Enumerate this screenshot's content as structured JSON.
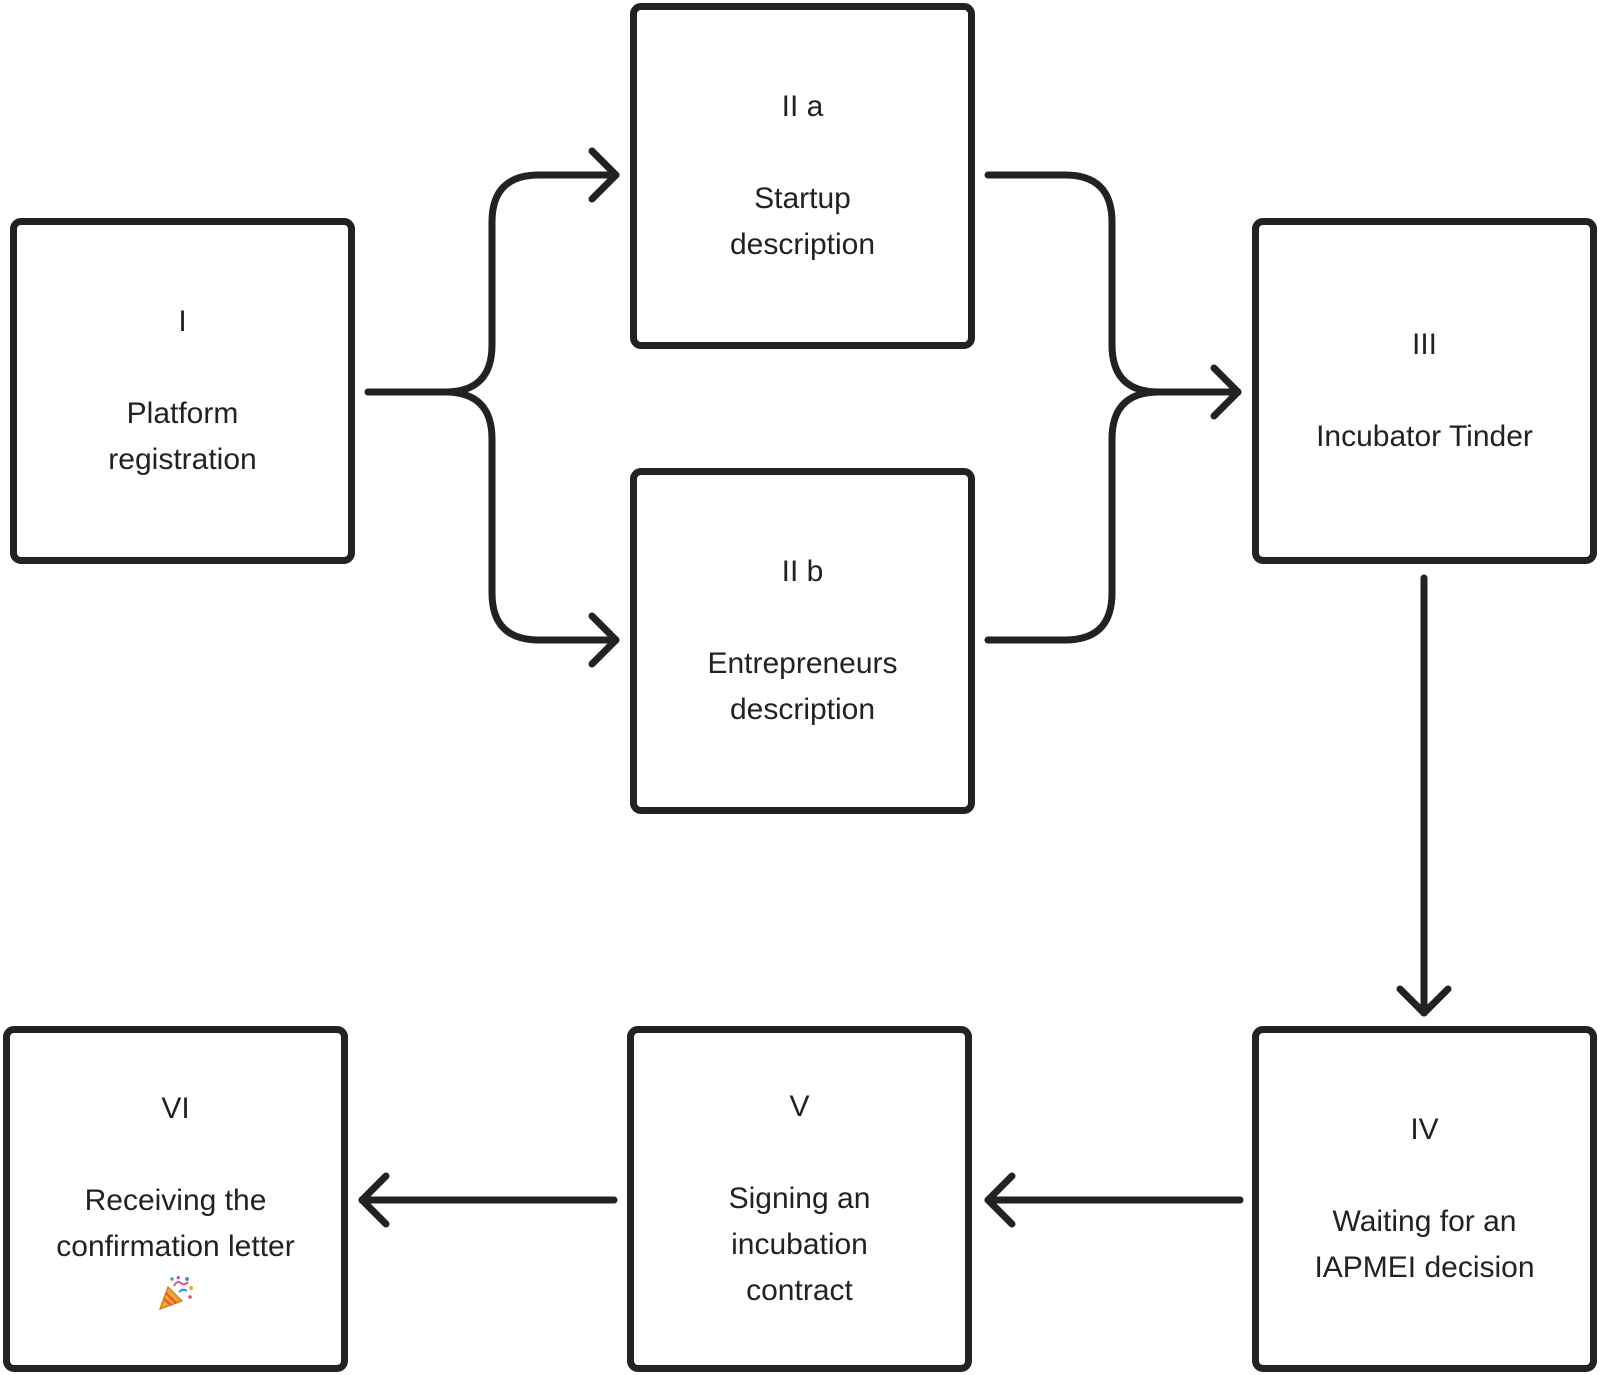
{
  "steps": [
    {
      "id": "I",
      "numeral": "I",
      "label": "Platform\nregistration"
    },
    {
      "id": "IIa",
      "numeral": "II a",
      "label": "Startup\ndescription"
    },
    {
      "id": "IIb",
      "numeral": "II b",
      "label": "Entrepreneurs\ndescription"
    },
    {
      "id": "III",
      "numeral": "III",
      "label": "Incubator Tinder"
    },
    {
      "id": "IV",
      "numeral": "IV",
      "label": "Waiting for an\nIAPMEI decision"
    },
    {
      "id": "V",
      "numeral": "V",
      "label": "Signing an\nincubation\ncontract"
    },
    {
      "id": "VI",
      "numeral": "VI",
      "label": "Receiving the\nconfirmation letter",
      "icon": "party-popper-icon"
    }
  ],
  "connections": [
    {
      "from": "I",
      "to": "IIa"
    },
    {
      "from": "I",
      "to": "IIb"
    },
    {
      "from": "IIa",
      "to": "III"
    },
    {
      "from": "IIb",
      "to": "III"
    },
    {
      "from": "III",
      "to": "IV"
    },
    {
      "from": "IV",
      "to": "V"
    },
    {
      "from": "V",
      "to": "VI"
    }
  ],
  "colors": {
    "stroke": "#222222",
    "background": "#ffffff",
    "text": "#222222"
  }
}
